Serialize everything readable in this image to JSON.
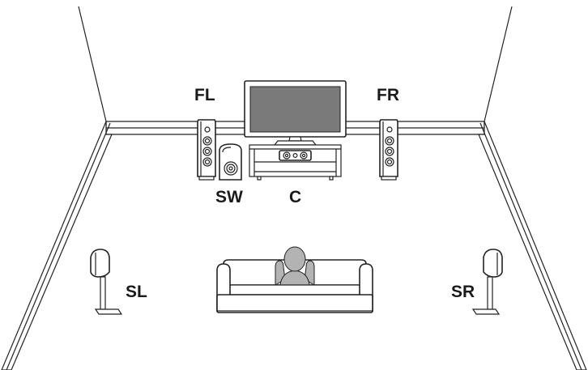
{
  "labels": {
    "front_left": "FL",
    "front_right": "FR",
    "subwoofer": "SW",
    "center": "C",
    "surround_left": "SL",
    "surround_right": "SR"
  },
  "colors": {
    "line": "#222222",
    "screen": "#7a7a7a",
    "listener": "#b3b3b3",
    "background": "#ffffff"
  }
}
